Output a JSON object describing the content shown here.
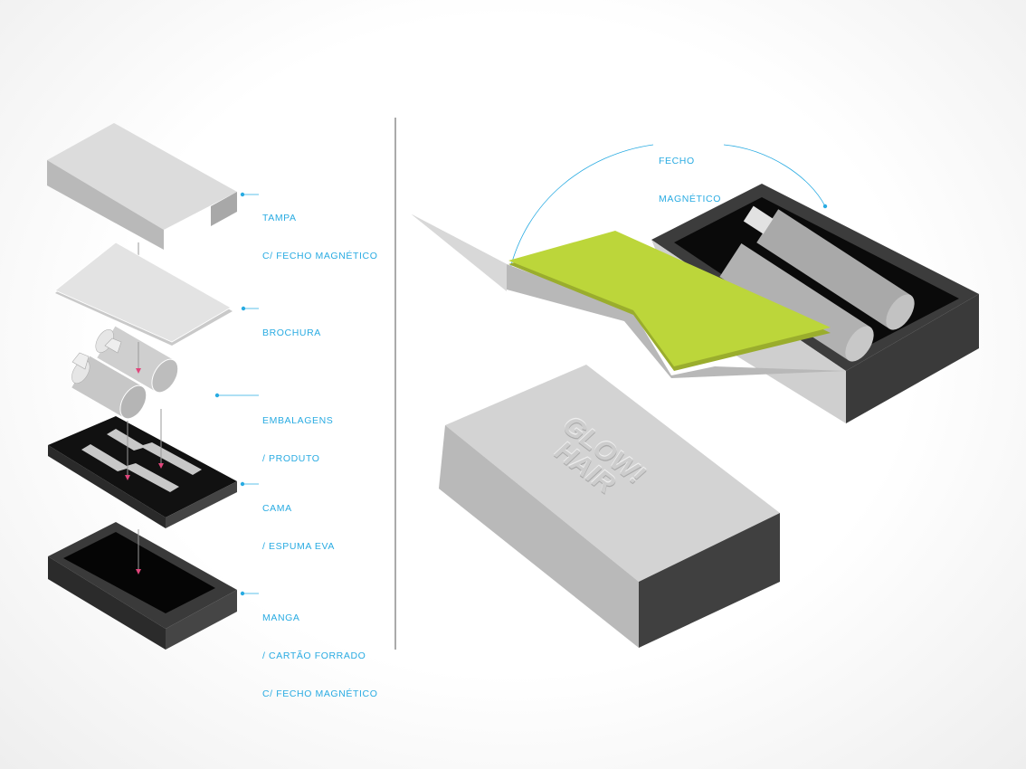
{
  "labels": {
    "tampa": [
      "TAMPA",
      "C/ FECHO MAGNÉTICO"
    ],
    "brochura": [
      "BROCHURA"
    ],
    "embalagens": [
      "EMBALAGENS",
      "/ PRODUTO"
    ],
    "cama": [
      "CAMA",
      "/ ESPUMA EVA"
    ],
    "manga": [
      "MANGA",
      "/ CARTÃO FORRADO",
      "C/ FECHO MAGNÉTICO"
    ],
    "fecho": [
      "FECHO",
      "MAGNÉTICO"
    ]
  },
  "brand": {
    "line1": "GLOW!",
    "line2": "HAIR"
  },
  "colors": {
    "accent": "#29abe2",
    "brochure": "#bcd63a",
    "arrow": "#e0457b",
    "dark": "#3a3a3a",
    "light": "#cfcfcf"
  }
}
